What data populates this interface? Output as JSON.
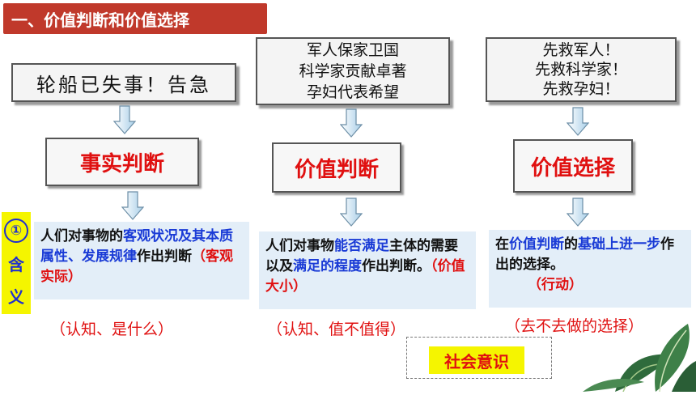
{
  "title": "一、价值判断和价值选择",
  "scenarios": {
    "ship": "轮船已失事！告急",
    "value": [
      "军人保家卫国",
      "科学家贡献卓著",
      "孕妇代表希望"
    ],
    "choice": [
      "先救军人！",
      "先救科学家！",
      "先救孕妇！"
    ]
  },
  "labels": {
    "fact": "事实判断",
    "value": "价值判断",
    "choice": "价值选择"
  },
  "meaning": {
    "number": "①",
    "chars": [
      "含",
      "义"
    ]
  },
  "definitions": {
    "fact": {
      "p1": "人们对事物的",
      "h1": "客观状况及其本质属性、发展规律",
      "p2": "作出判断",
      "paren": "（客观实际）"
    },
    "value": {
      "p1": "人们对事物",
      "h1": "能否满足",
      "p2": "主体的需要以及",
      "h2": "满足的程度",
      "p3": "作出判断。",
      "paren": "（价值大小）"
    },
    "choice": {
      "p1": "在",
      "h1": "价值判断",
      "p2": "的",
      "h2": "基础上进一步",
      "p3": "作出的选择。",
      "paren": "（行动）"
    }
  },
  "notes": {
    "fact": "（认知、是什么）",
    "value": "（认知、值不值得）",
    "choice": "（去不去做的选择）"
  },
  "consciousness": "社会意识"
}
